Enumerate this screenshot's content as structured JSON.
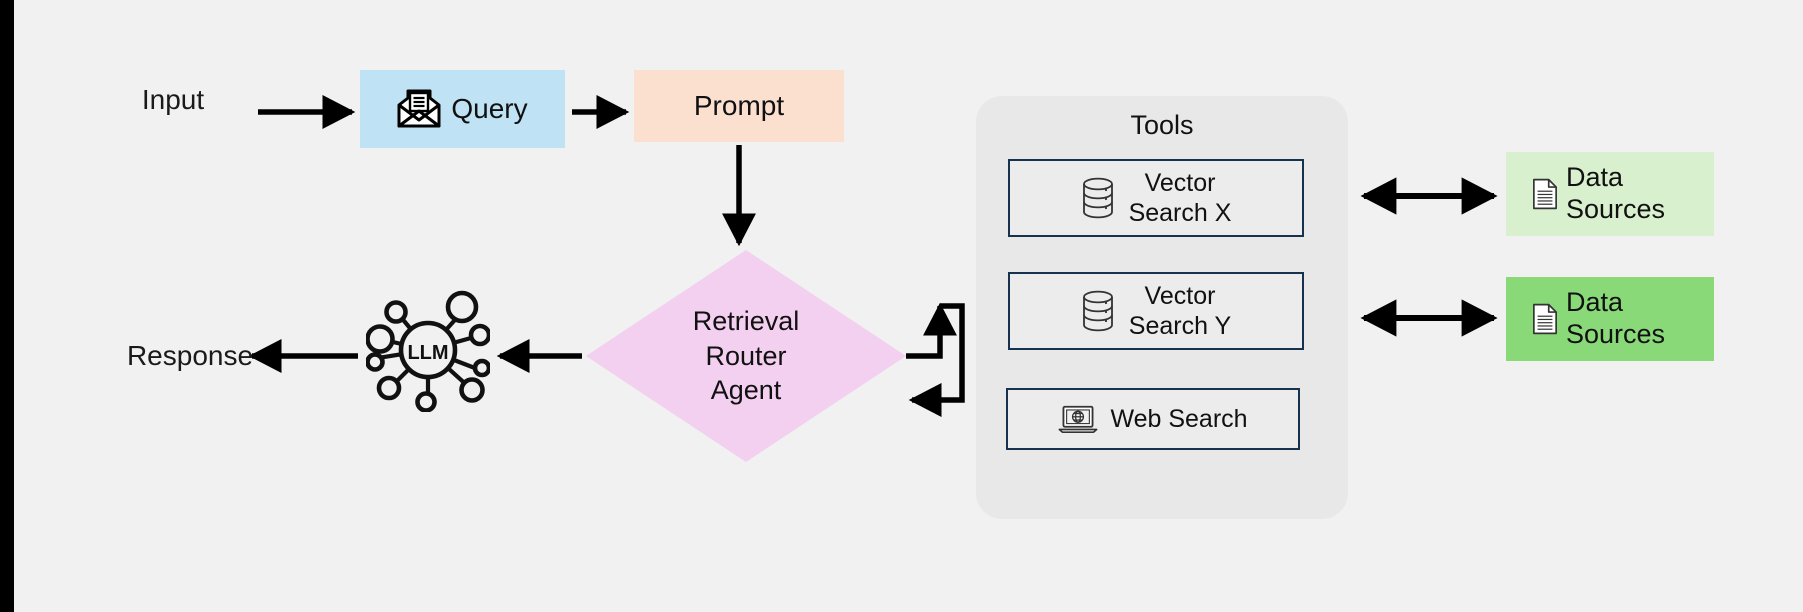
{
  "diagram": {
    "title": "Retrieval Router Agent RAG architecture",
    "background_color": "#f1f1f1"
  },
  "flow": {
    "input_label": "Input",
    "response_label": "Response",
    "query": {
      "label": "Query",
      "icon": "open-envelope-icon",
      "fill": "#bfe3f4"
    },
    "prompt": {
      "label": "Prompt",
      "fill": "#fbe0d0"
    },
    "router": {
      "line1": "Retrieval",
      "line2": "Router",
      "line3": "Agent",
      "fill": "#f3d0ef"
    },
    "llm": {
      "label": "LLM",
      "icon": "llm-network-node-icon"
    }
  },
  "tools": {
    "title": "Tools",
    "fill": "#e8e8e8",
    "border_color": "#16324f",
    "items": [
      {
        "label": "Vector\nSearch X",
        "icon": "database-icon"
      },
      {
        "label": "Vector\nSearch Y",
        "icon": "database-icon"
      },
      {
        "label": "Web Search",
        "icon": "laptop-globe-icon"
      }
    ]
  },
  "data_sources": [
    {
      "label": "Data\nSources",
      "icon": "document-icon",
      "fill": "#d8f0cd"
    },
    {
      "label": "Data\nSources",
      "icon": "document-icon",
      "fill": "#89d979"
    }
  ],
  "arrows": {
    "input_to_query": "arrow-right",
    "query_to_prompt": "arrow-right",
    "prompt_to_router": "arrow-down",
    "router_to_llm": "arrow-left",
    "llm_to_response": "arrow-left",
    "router_to_tools": "branching-arrow-right",
    "vector_x_to_data_1": "arrow-bidirectional",
    "vector_y_to_data_2": "arrow-bidirectional"
  }
}
